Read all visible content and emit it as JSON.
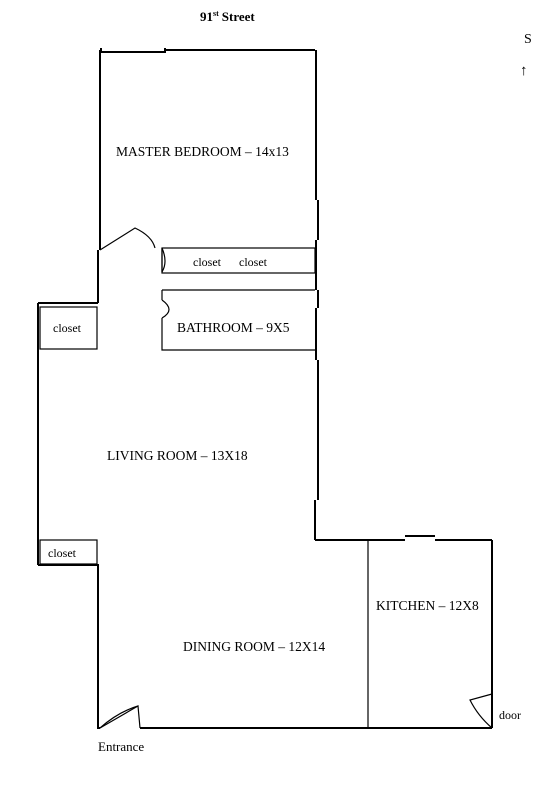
{
  "street": {
    "prefix": "91",
    "suffix": "st",
    "name": "Street"
  },
  "compass": {
    "letter": "S",
    "arrow": "↑"
  },
  "rooms": {
    "master_bedroom": "MASTER BEDROOM – 14x13",
    "bathroom": "BATHROOM – 9X5",
    "living_room": "LIVING ROOM – 13X18",
    "kitchen": "KITCHEN – 12X8",
    "dining_room": "DINING ROOM – 12X14"
  },
  "closets": {
    "pair": [
      "closet",
      "closet"
    ],
    "left_upper": "closet",
    "left_lower": "closet"
  },
  "doors": {
    "entrance": "Entrance",
    "kitchen_door": "door"
  }
}
